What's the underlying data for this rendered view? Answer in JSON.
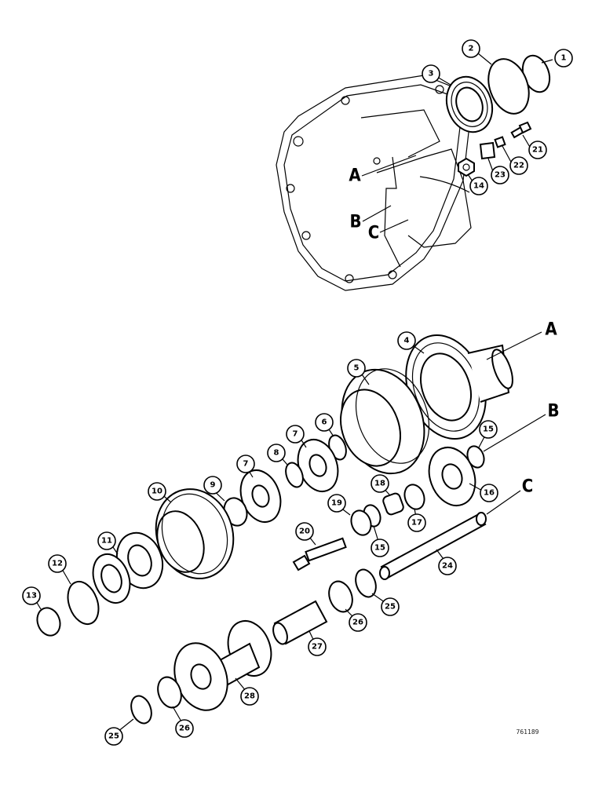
{
  "drawing": {
    "ref_code": "761189",
    "section_letters": [
      "A",
      "B",
      "C"
    ],
    "callouts": {
      "c1": "1",
      "c2": "2",
      "c3": "3",
      "c4": "4",
      "c5": "5",
      "c6": "6",
      "c7a": "7",
      "c7b": "7",
      "c8": "8",
      "c9": "9",
      "c10": "10",
      "c11": "11",
      "c12": "12",
      "c13": "13",
      "c14": "14",
      "c15a": "15",
      "c15b": "15",
      "c16": "16",
      "c17": "17",
      "c18": "18",
      "c19": "19",
      "c20": "20",
      "c21": "21",
      "c22": "22",
      "c23": "23",
      "c24": "24",
      "c25a": "25",
      "c25b": "25",
      "c26a": "26",
      "c26b": "26",
      "c27": "27",
      "c28": "28"
    }
  }
}
